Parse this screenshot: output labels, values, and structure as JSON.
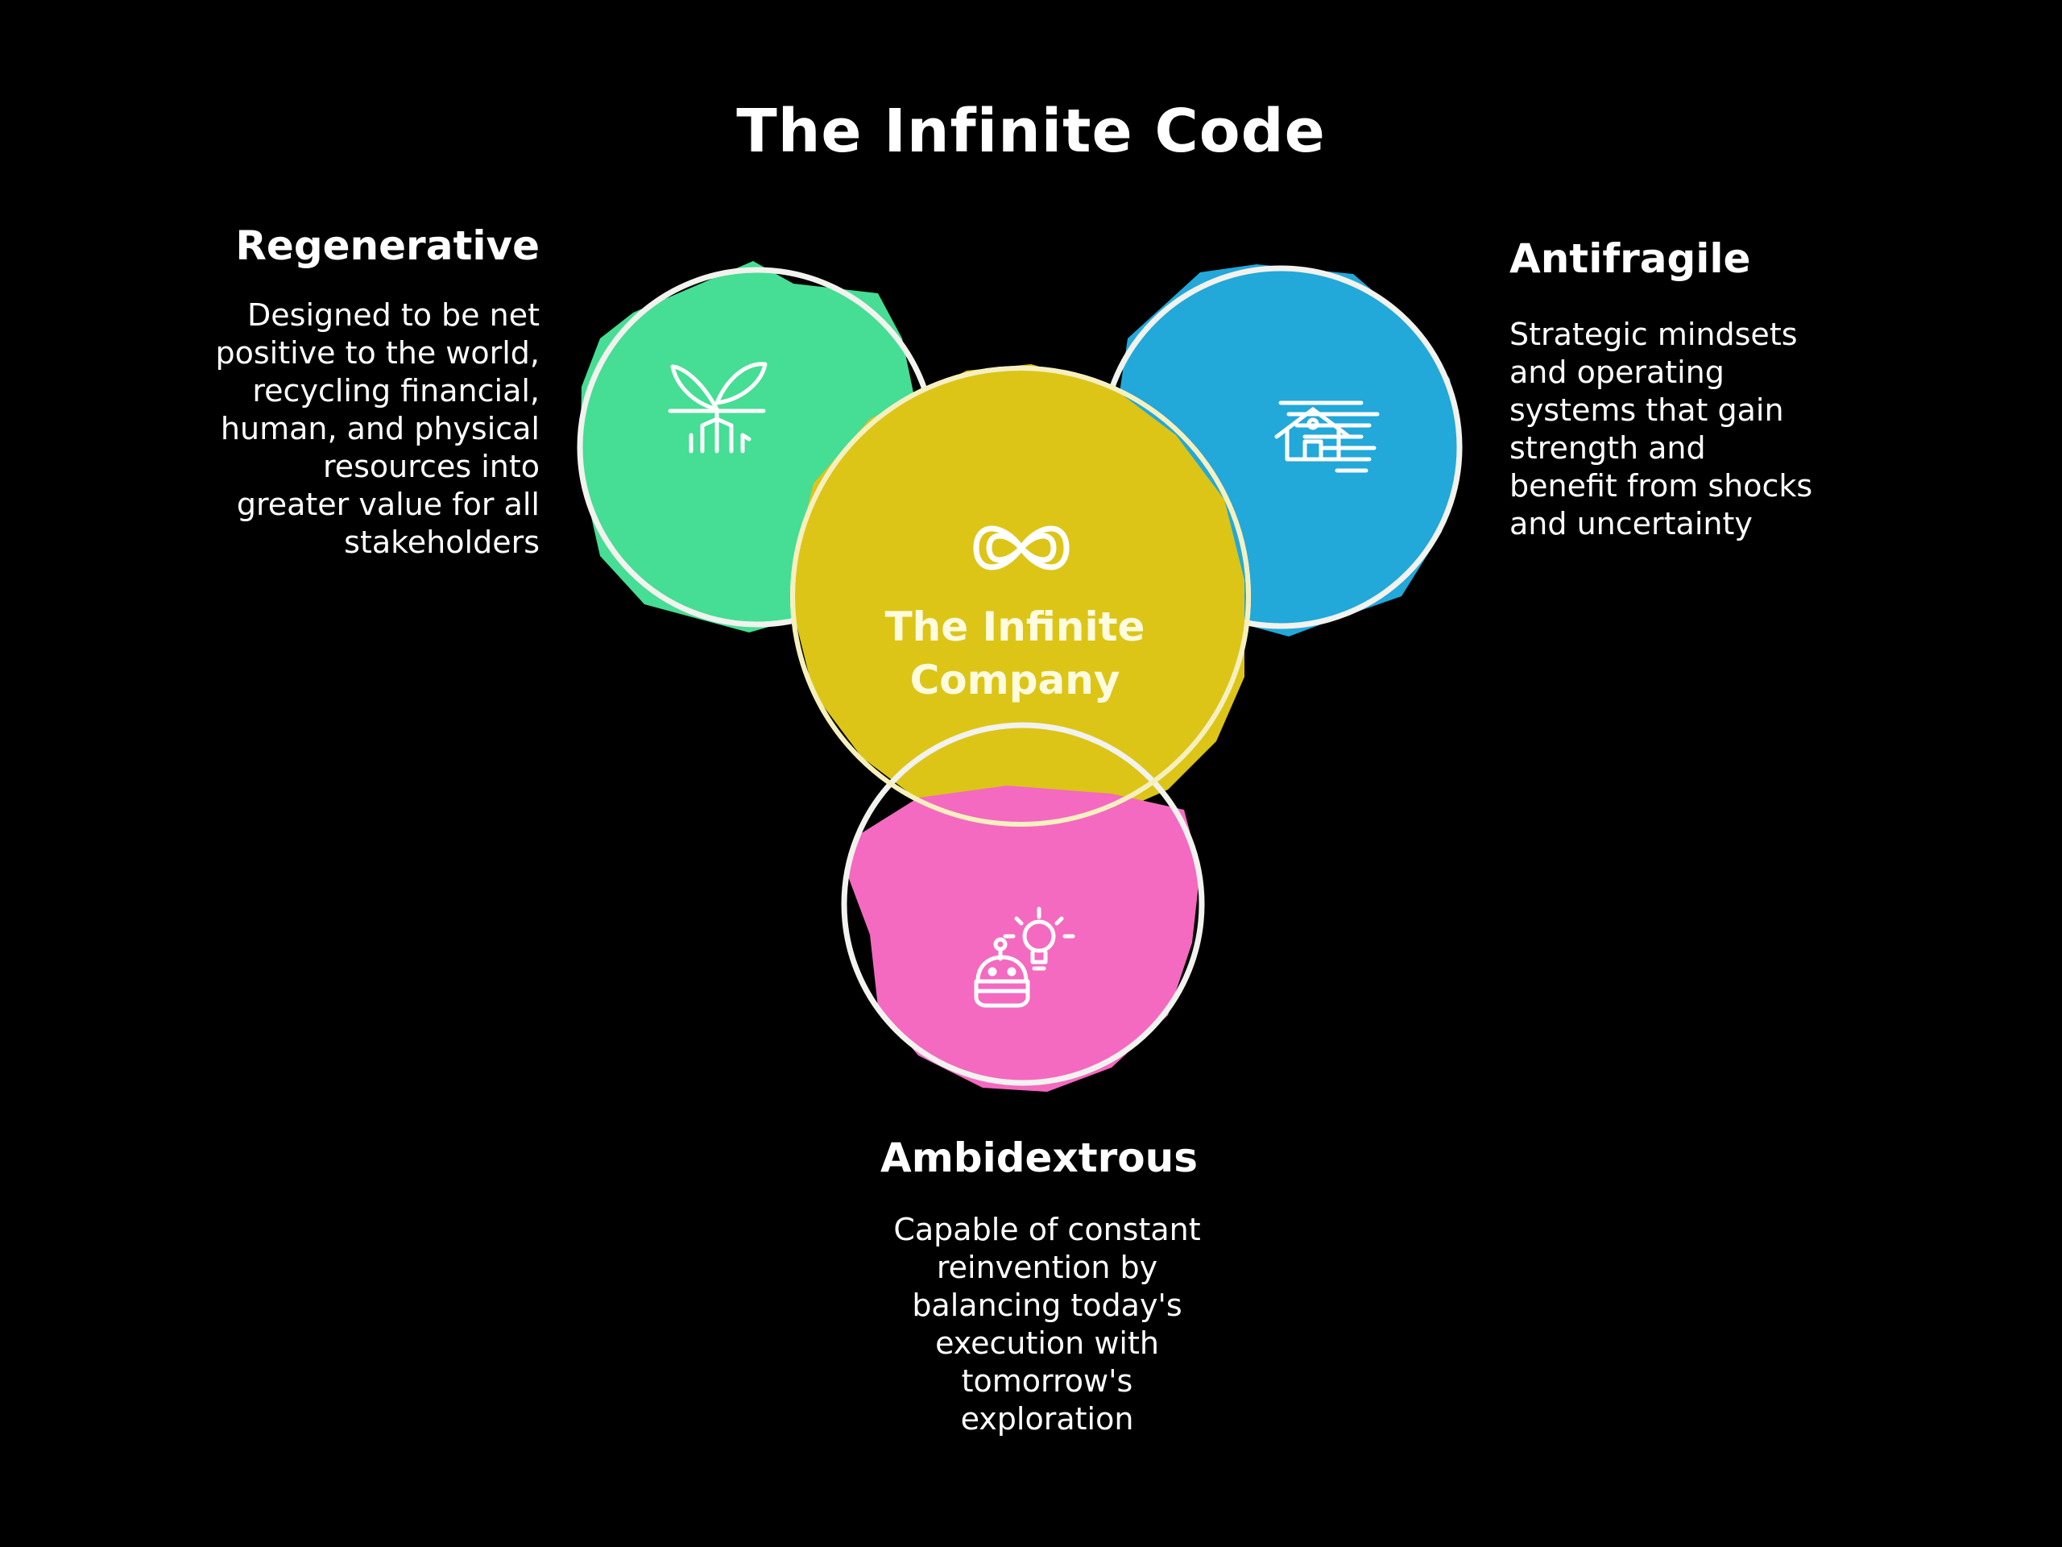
{
  "title": "The Infinite Code",
  "center": {
    "label": "The Infinite Company",
    "icon": "infinity-icon",
    "color": "#dcc517"
  },
  "regenerative": {
    "heading": "Regenerative",
    "description": "Designed to be net positive to the world, recycling financial, human, and physical resources into greater value for all stakeholders",
    "icon": "sprout-icon",
    "color": "#46dd94"
  },
  "antifragile": {
    "heading": "Antifragile",
    "description": "Strategic mindsets and operating systems that gain strength and benefit from shocks and uncertainty",
    "icon": "house-storm-icon",
    "color": "#22a8d9"
  },
  "ambidextrous": {
    "heading": "Ambidextrous",
    "description": "Capable of constant reinvention by balancing today's execution with tomorrow's exploration",
    "icon": "robot-lightbulb-icon",
    "color": "#f46ac0"
  },
  "outline_color": "#f2f2ee"
}
